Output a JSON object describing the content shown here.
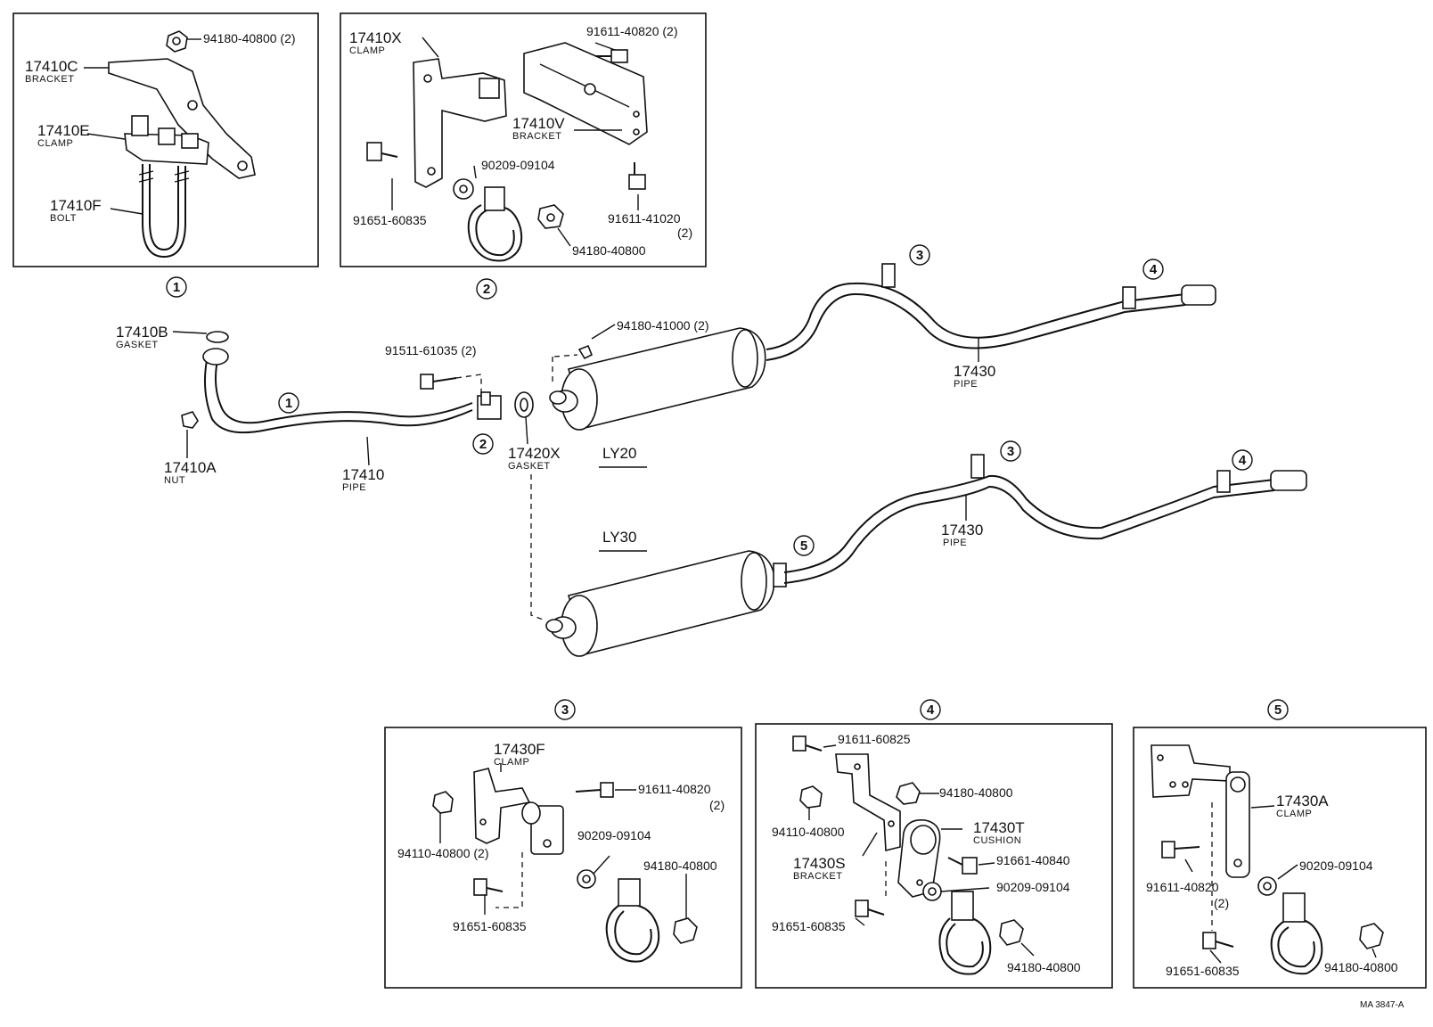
{
  "diagram": {
    "ref_code": "MA 3847-A",
    "models": {
      "ly20": "LY20",
      "ly30": "LY30"
    },
    "callouts": [
      "1",
      "2",
      "3",
      "4",
      "5"
    ],
    "labels": {
      "p94180_40800_2": "94180-40800 (2)",
      "p17410C": "17410C",
      "bracket": "BRACKET",
      "p17410E": "17410E",
      "clamp": "CLAMP",
      "p17410F": "17410F",
      "bolt": "BOLT",
      "p17410X": "17410X",
      "p91611_40820_2": "91611-40820 (2)",
      "p17410V": "17410V",
      "p90209_09104": "90209-09104",
      "p91651_60835": "91651-60835",
      "p91611_41020": "91611-41020",
      "qty2": "(2)",
      "p94180_40800": "94180-40800",
      "p17410B": "17410B",
      "gasket": "GASKET",
      "p91511_61035_2": "91511-61035 (2)",
      "p94180_41000_2": "94180-41000 (2)",
      "p17410A": "17410A",
      "nut": "NUT",
      "p17410": "17410",
      "pipe": "PIPE",
      "p17420X": "17420X",
      "p17430": "17430",
      "p17430F": "17430F",
      "p91611_40820": "91611-40820",
      "p94110_40800_2": "94110-40800 (2)",
      "p91611_60825": "91611-60825",
      "p94110_40800": "94110-40800",
      "p17430T": "17430T",
      "cushion": "CUSHION",
      "p17430S": "17430S",
      "p91661_40840": "91661-40840",
      "p17430A": "17430A"
    }
  }
}
